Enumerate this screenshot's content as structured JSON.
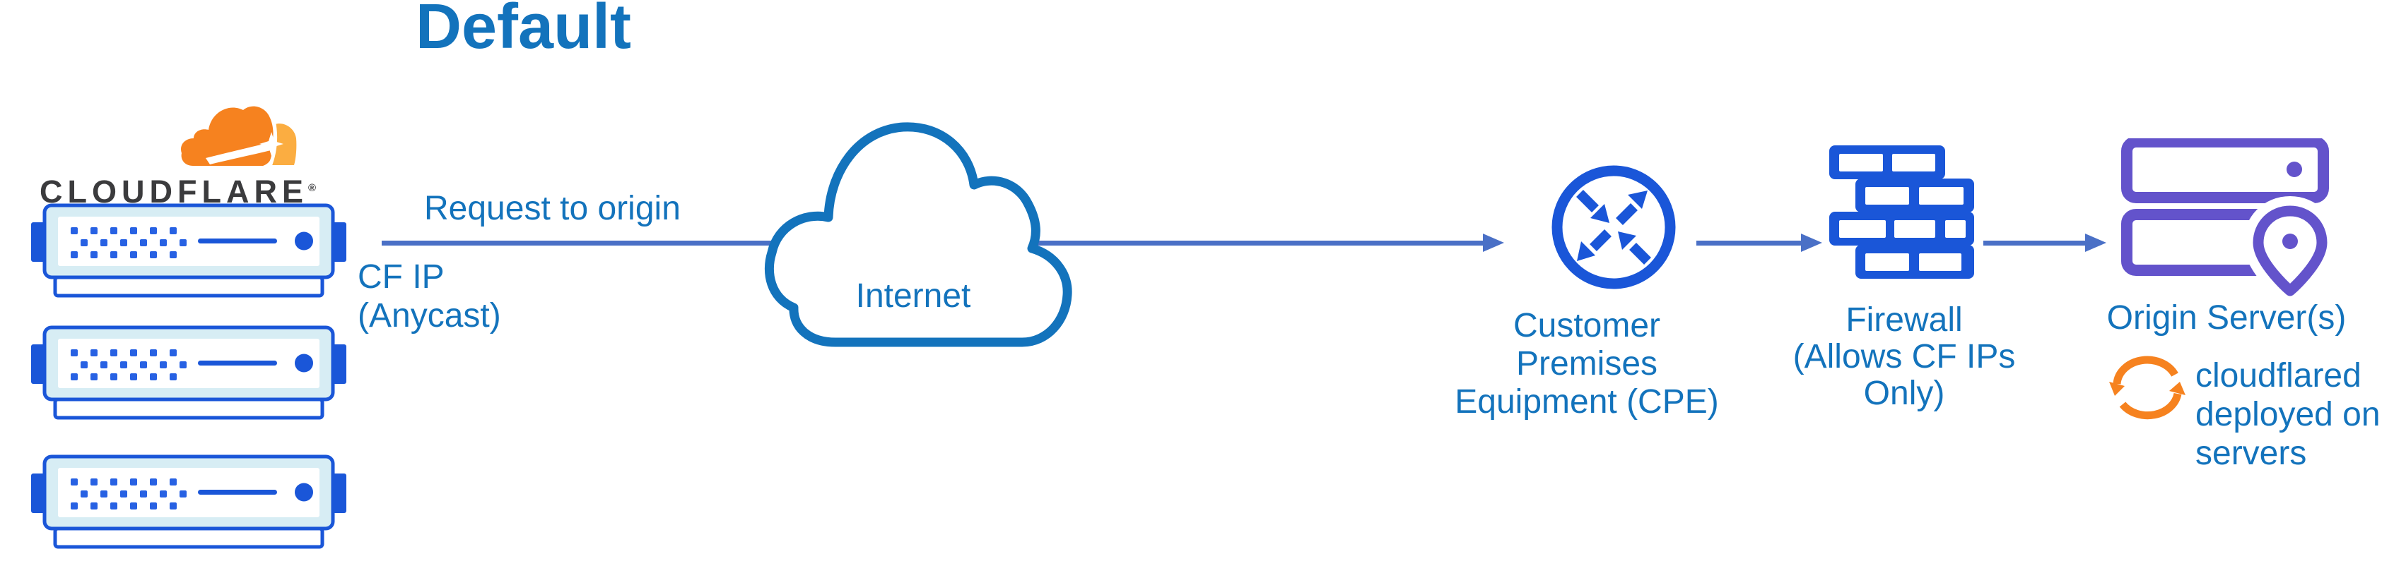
{
  "title": "Default",
  "brand": {
    "wordmark": "CLOUDFLARE",
    "registered": "®"
  },
  "labels": {
    "request": "Request to origin",
    "cf_ip": "CF IP\n(Anycast)",
    "internet": "Internet",
    "cpe": "Customer Premises\nEquipment (CPE)",
    "firewall": "Firewall\n(Allows CF IPs Only)",
    "origin": "Origin Server(s)",
    "cloudflared": "cloudflared\ndeployed on\nservers"
  },
  "icons": {
    "logo": "cloudflare-logo",
    "servers": "cloudflare-edge-server",
    "internet": "internet-cloud",
    "cpe": "router-cpe",
    "firewall": "firewall-brick-wall",
    "origin": "origin-servers-with-location-pin",
    "sync": "cloudflared-sync-arrows"
  },
  "colors": {
    "label_blue": "#1373BC",
    "arrow_blue": "#4A70C6",
    "icon_blue": "#1A56D8",
    "dot_blue": "#2761E3",
    "server_fill": "#D7EDF4",
    "origin_purple": "#6353CB",
    "cloudflare_orange": "#F6821F",
    "cloudflare_orange_light": "#FBAD41",
    "wordmark_gray": "#3B3B3D",
    "background": "#FFFFFF"
  }
}
